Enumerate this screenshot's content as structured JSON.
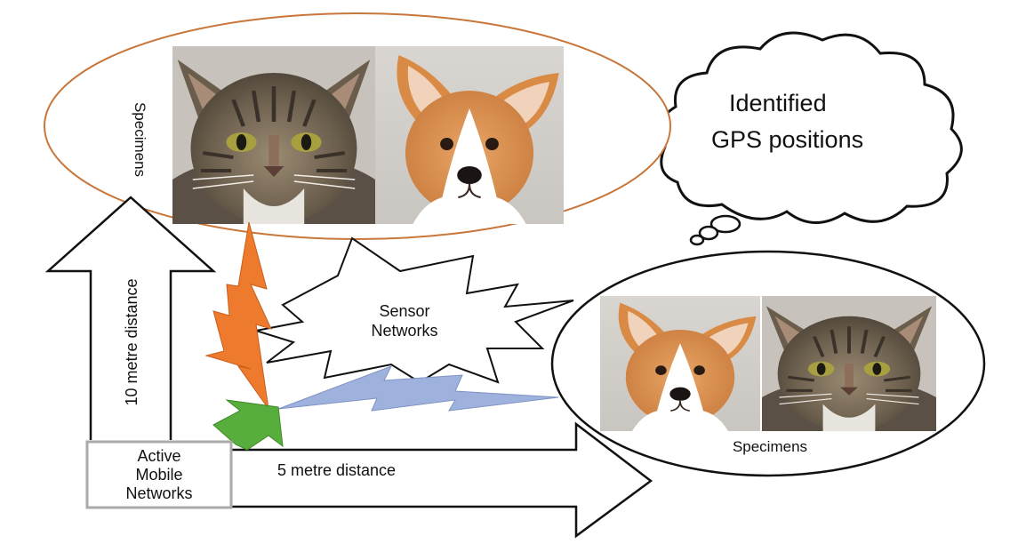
{
  "top_ellipse": {
    "label": "Specimens"
  },
  "right_ellipse": {
    "label": "Specimens"
  },
  "thought_cloud": {
    "line1": "Identified",
    "line2": "GPS positions"
  },
  "sensor_burst": {
    "line1": "Sensor",
    "line2": "Networks"
  },
  "vertical_arrow": {
    "label": "10 metre distance"
  },
  "horizontal_arrow": {
    "label": "5 metre distance"
  },
  "mobile_box": {
    "line1": "Active",
    "line2": "Mobile",
    "line3": "Networks"
  },
  "colors": {
    "top_ellipse": "#c8763a",
    "orange_bolt": "#ee7a2e",
    "blue_bolt": "#9fb2dd",
    "green_arrow": "#58ae3c",
    "box_border": "#aaaaaa"
  }
}
